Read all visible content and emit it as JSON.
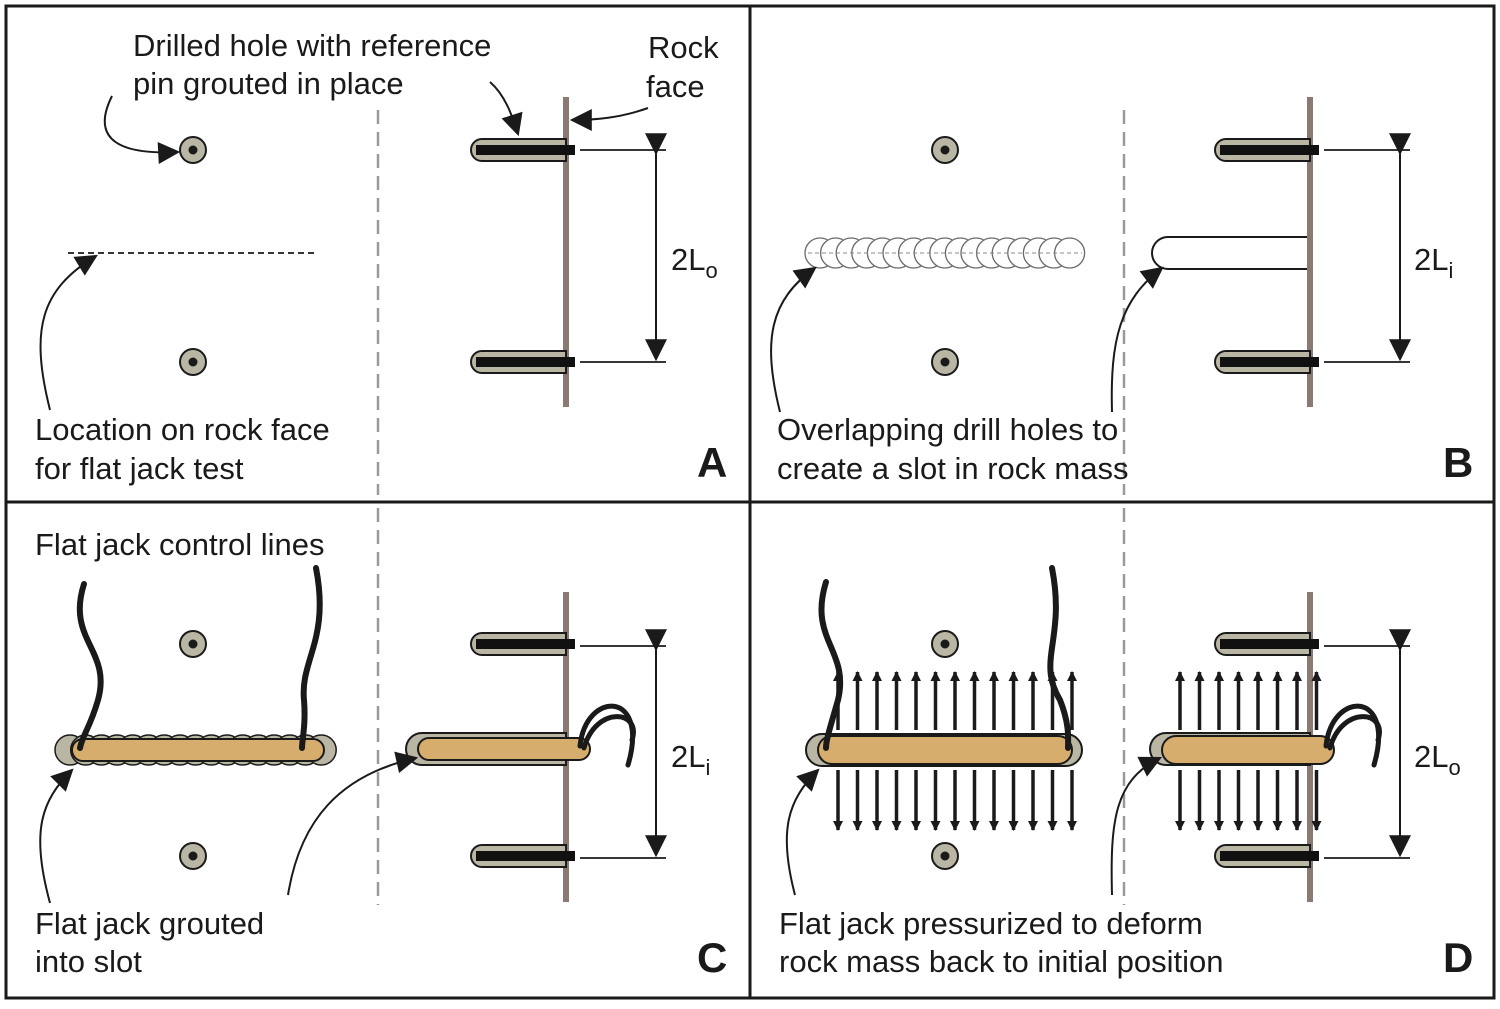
{
  "colors": {
    "rock_face": "#8a7a72",
    "pin_sleeve": "#b9b6a4",
    "pin_bar": "#111111",
    "flat_jack": "#d6ad6d",
    "grout": "#b9b6a4",
    "divider": "#9a9a9a",
    "ink": "#1a1a1a"
  },
  "panels": {
    "A": {
      "letter": "A",
      "label_pin_line1": "Drilled hole with reference",
      "label_pin_line2": "pin grouted in place",
      "label_rock_line1": "Rock",
      "label_rock_line2": "face",
      "label_location_line1": "Location on rock face",
      "label_location_line2": "for flat jack test",
      "dim_main": "2L",
      "dim_sub": "o"
    },
    "B": {
      "letter": "B",
      "label_line1": "Overlapping drill holes to",
      "label_line2": "create a slot in rock mass",
      "dim_main": "2L",
      "dim_sub": "i"
    },
    "C": {
      "letter": "C",
      "label_control": "Flat jack control lines",
      "label_grout_line1": "Flat jack grouted",
      "label_grout_line2": "into slot",
      "dim_main": "2L",
      "dim_sub": "i"
    },
    "D": {
      "letter": "D",
      "label_line1": "Flat jack pressurized to deform",
      "label_line2": "rock mass back to initial position",
      "dim_main": "2L",
      "dim_sub": "o"
    }
  }
}
